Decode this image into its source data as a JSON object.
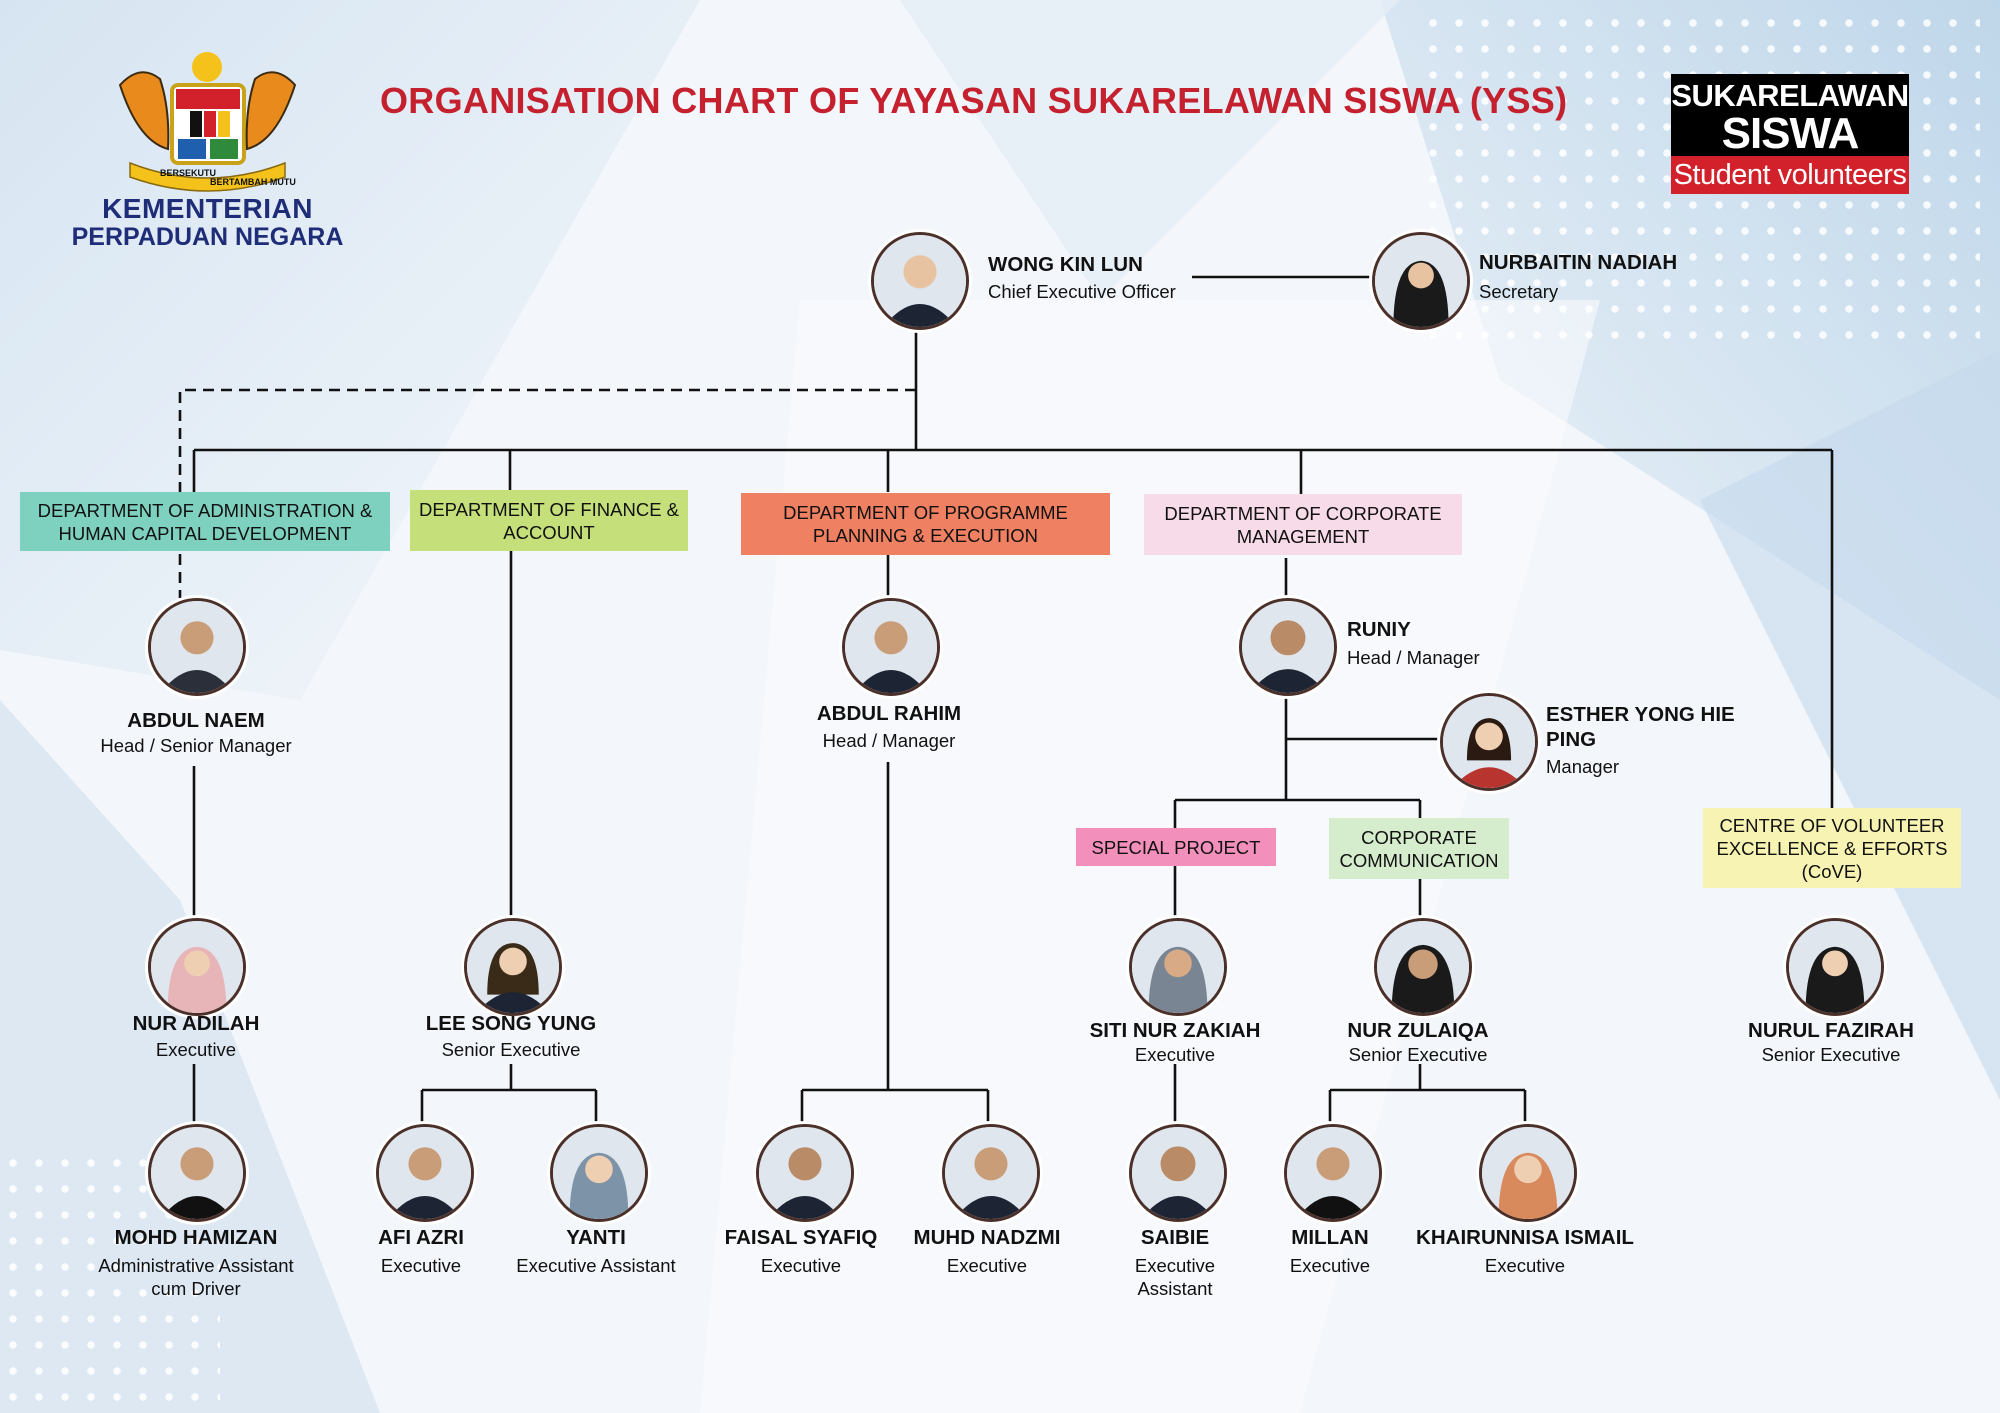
{
  "title": "ORGANISATION CHART OF YAYASAN SUKARELAWAN SISWA (YSS)",
  "ministry": {
    "line1": "KEMENTERIAN",
    "line2": "PERPADUAN NEGARA",
    "motto_left": "BERSEKUTU",
    "motto_right": "BERTAMBAH MUTU"
  },
  "brand": {
    "line1": "SUKARELAWAN",
    "line2": "SISWA",
    "tagline": "Student volunteers"
  },
  "colors": {
    "title_red": "#c5202e",
    "admin": "#7fd1bf",
    "finance": "#c5e07b",
    "programme": "#ef8062",
    "corporate": "#f8dbe8",
    "special": "#f290bb",
    "communication": "#d5eccd",
    "cove": "#f7f3b2"
  },
  "departments": {
    "admin": "DEPARTMENT OF ADMINISTRATION & HUMAN CAPITAL DEVELOPMENT",
    "finance": "DEPARTMENT OF FINANCE & ACCOUNT",
    "programme": "DEPARTMENT OF PROGRAMME PLANNING & EXECUTION",
    "corporate": "DEPARTMENT OF CORPORATE MANAGEMENT",
    "special": "SPECIAL PROJECT",
    "communication": "CORPORATE COMMUNICATION",
    "cove": "CENTRE OF VOLUNTEER EXCELLENCE & EFFORTS (CoVE)"
  },
  "people": {
    "ceo": {
      "name": "WONG KIN LUN",
      "role": "Chief Executive Officer"
    },
    "secretary": {
      "name": "NURBAITIN NADIAH",
      "role": "Secretary"
    },
    "abdul_naem": {
      "name": "ABDUL NAEM",
      "role": "Head / Senior Manager"
    },
    "abdul_rahim": {
      "name": "ABDUL RAHIM",
      "role": "Head / Manager"
    },
    "runiy": {
      "name": "RUNIY",
      "role": "Head / Manager"
    },
    "esther": {
      "name": "ESTHER YONG HIE PING",
      "role": "Manager"
    },
    "nur_adilah": {
      "name": "NUR ADILAH",
      "role": "Executive"
    },
    "lee_song_yung": {
      "name": "LEE SONG YUNG",
      "role": "Senior Executive"
    },
    "siti_nur_zakiah": {
      "name": "SITI NUR ZAKIAH",
      "role": "Executive"
    },
    "nur_zulaiqa": {
      "name": "NUR ZULAIQA",
      "role": "Senior Executive"
    },
    "nurul_fazirah": {
      "name": "NURUL FAZIRAH",
      "role": "Senior Executive"
    },
    "mohd_hamizan": {
      "name": "MOHD HAMIZAN",
      "role": "Administrative Assistant cum Driver"
    },
    "afi_azri": {
      "name": "AFI AZRI",
      "role": "Executive"
    },
    "yanti": {
      "name": "YANTI",
      "role": "Executive Assistant"
    },
    "faisal_syafiq": {
      "name": "FAISAL SYAFIQ",
      "role": "Executive"
    },
    "muhd_nadzmi": {
      "name": "MUHD NADZMI",
      "role": "Executive"
    },
    "saibie": {
      "name": "SAIBIE",
      "role": "Executive Assistant"
    },
    "millan": {
      "name": "MILLAN",
      "role": "Executive"
    },
    "khairunnisa": {
      "name": "KHAIRUNNISA ISMAIL",
      "role": "Executive"
    }
  }
}
